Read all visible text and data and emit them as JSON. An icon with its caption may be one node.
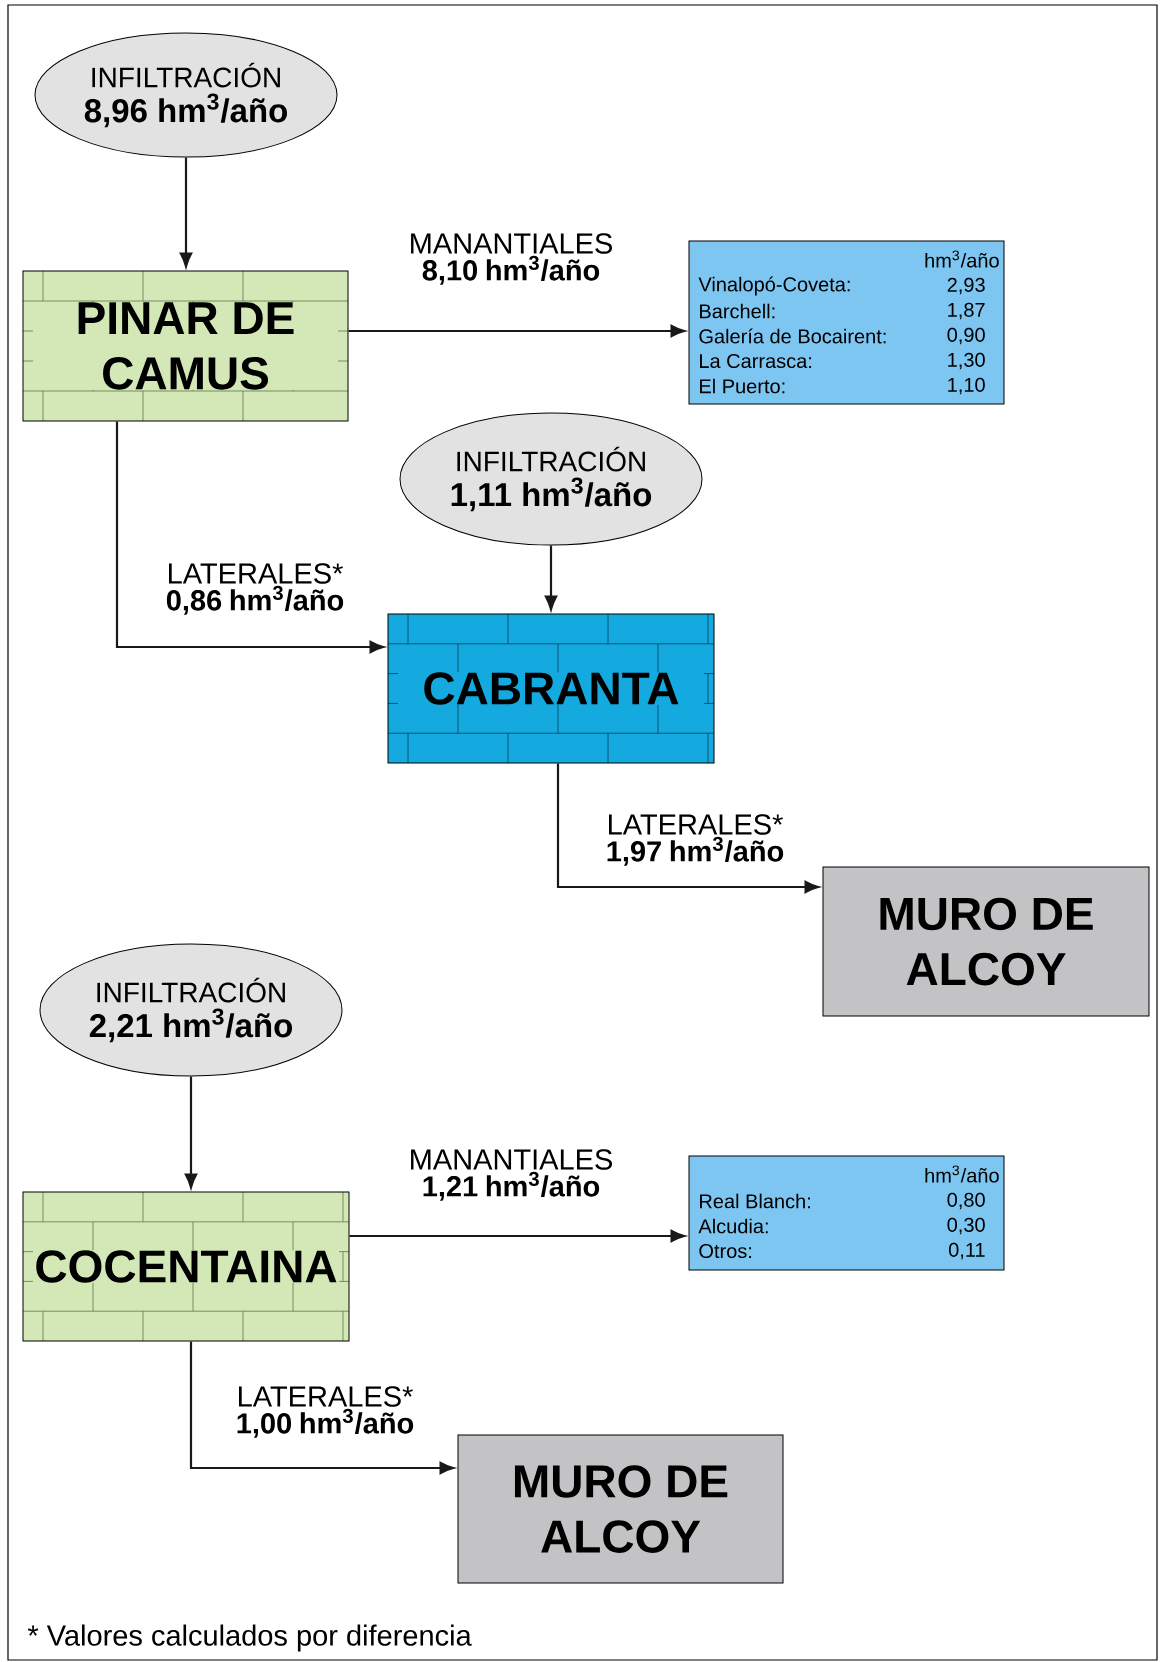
{
  "diagram": {
    "nodes": [
      {
        "text": [
          "INFILTRACIÓN",
          "8,96 hm$^{3}$/año"
        ]
      },
      {
        "text": [
          "PINAR DE CAMUS"
        ]
      },
      {
        "text": [
          "hm$^{3}$/año",
          "Vinalopó-Coveta:",
          "2,93",
          "Barchell:",
          "1,87",
          "Galería de Bocairent:",
          "0,90",
          "La Carrasca:",
          "1,30",
          "El Puerto:",
          "1,10"
        ]
      },
      {
        "text": [
          "INFILTRACIÓN",
          "1,11 hm$^{3}$/año"
        ]
      },
      {
        "text": [
          "CABRANTA"
        ]
      },
      {
        "text": [
          "MURO DE ALCOY"
        ]
      },
      {
        "text": [
          "INFILTRACIÓN",
          "2,21 hm$^{3}$/año"
        ]
      },
      {
        "text": [
          "COCENTAINA"
        ]
      },
      {
        "text": [
          "hm$^{3}$/año",
          "Real Blanch:",
          "0,80",
          "Alcudia:",
          "0,30",
          "Otros:",
          "0,11"
        ]
      },
      {
        "text": [
          "MURO DE ALCOY"
        ]
      }
    ],
    "edges": [
      {
        "from": 0,
        "to": 1,
        "arrow": "to"
      },
      {
        "from": 1,
        "to": 2,
        "arrow": "to",
        "label": "MANANTIALES **8,10 hm$^{3}$/año**"
      },
      {
        "from": 3,
        "to": 4,
        "arrow": "to"
      },
      {
        "from": 1,
        "to": 4,
        "arrow": "to",
        "label": "LATERALES* **0,86 hm$^{3}$/año**"
      },
      {
        "from": 4,
        "to": 5,
        "arrow": "to",
        "label": "LATERALES* **1,97 hm$^{3}$/año**"
      },
      {
        "from": 6,
        "to": 7,
        "arrow": "to"
      },
      {
        "from": 7,
        "to": 8,
        "arrow": "to",
        "label": "MANANTIALES **1,21 hm$^{3}$/año**"
      },
      {
        "from": 7,
        "to": 9,
        "arrow": "to",
        "label": "LATERALES* **1,00 hm$^{3}$/año**"
      }
    ],
    "labels": [
      "* Valores calculados por diferencia"
    ]
  }
}
